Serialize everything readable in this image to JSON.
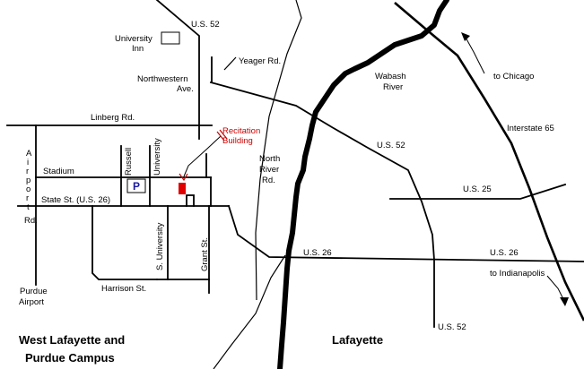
{
  "labels": {
    "us52_north": "U.S. 52",
    "university_inn_line1": "University",
    "university_inn_line2": "Inn",
    "yeager_rd": "Yeager Rd.",
    "northwestern_line1": "Northwestern",
    "northwestern_line2": "Ave.",
    "wabash_line1": "Wabash",
    "wabash_line2": "River",
    "to_chicago": "to Chicago",
    "linberg_rd": "Linberg Rd.",
    "recitation_line1": "Recitation",
    "recitation_line2": "Building",
    "interstate_65": "Interstate 65",
    "us52_middle": "U.S. 52",
    "airport_rd_chars": [
      "A",
      "i",
      "r",
      "p",
      "o",
      "r",
      "t"
    ],
    "rd_label": "Rd.",
    "stadium": "Stadium",
    "russell": "Russell",
    "university_vertical": "University",
    "parking": "P",
    "north_river_line1": "North",
    "north_river_line2": "River",
    "north_river_line3": "Rd.",
    "state_st": "State St. (U.S. 26)",
    "us25": "U.S. 25",
    "s_university": "S. University",
    "grant_st": "Grant St.",
    "us26_west": "U.S. 26",
    "us26_east": "U.S. 26",
    "to_indianapolis": "to Indianapolis",
    "purdue_airport_line1": "Purdue",
    "purdue_airport_line2": "Airport",
    "harrison_st": "Harrison St.",
    "us52_south": "U.S. 52",
    "west_lafayette_line1": "West Lafayette and",
    "west_lafayette_line2": "Purdue Campus",
    "lafayette": "Lafayette"
  },
  "colors": {
    "recitation_label": "#cc0000",
    "recitation_building": "#e00000",
    "parking_sign": "#1a1aa0",
    "roads": "#000000"
  }
}
